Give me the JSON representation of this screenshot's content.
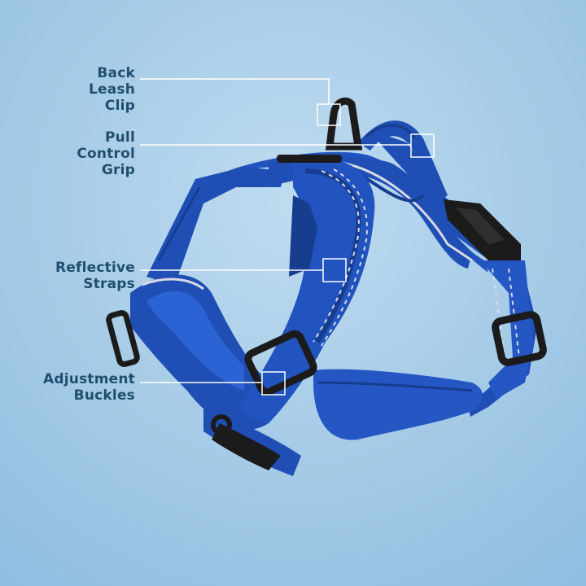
{
  "callouts": [
    {
      "id": "back-leash-clip",
      "lines": [
        "Back",
        "Leash",
        "Clip"
      ]
    },
    {
      "id": "pull-control-grip",
      "lines": [
        "Pull",
        "Control",
        "Grip"
      ]
    },
    {
      "id": "reflective-straps",
      "lines": [
        "Reflective",
        "Straps"
      ]
    },
    {
      "id": "adjustment-buckles",
      "lines": [
        "Adjustment",
        "Buckles"
      ]
    }
  ],
  "colors": {
    "background": "#a9cde8",
    "label_text": "#1f4f6e",
    "harness_blue": "#1f4fb5",
    "harness_dark": "#173d8f",
    "buckle": "#1b1b1b",
    "reflective": "#d9d9e6",
    "callout_line": "#ffffff"
  }
}
